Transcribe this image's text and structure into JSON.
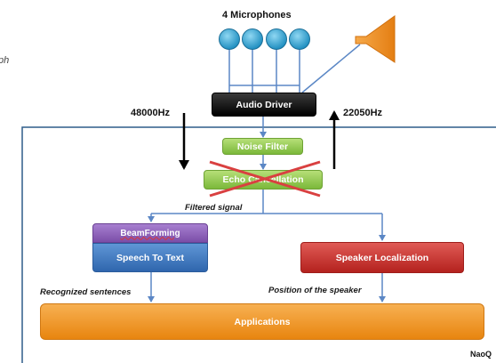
{
  "left_fragment": "ph",
  "microphones_label": "4 Microphones",
  "audio_driver": "Audio Driver",
  "rate_in": "48000Hz",
  "rate_out": "22050Hz",
  "noise_filter": "Noise Filter",
  "echo_cancellation": "Echo Cancellation",
  "filtered_signal": "Filtered signal",
  "beamforming": "BeamForming",
  "speech_to_text": "Speech To Text",
  "speaker_localization": "Speaker Localization",
  "recognized_sentences": "Recognized sentences",
  "position_of_speaker": "Position of the speaker",
  "applications": "Applications",
  "naoqi": "NaoQ",
  "colors": {
    "mic": "#3aa8d6",
    "speaker": "#f08a1c",
    "audio_driver": "#000000",
    "noise_filter": "#8dc63f",
    "echo_cancellation": "#8dc63f",
    "beamforming": "#8e5fb8",
    "speech_to_text": "#3e7bc2",
    "speaker_localization": "#c9302c",
    "applications": "#f3921c",
    "frame": "#2f5d8a",
    "arrow": "#5b87c5"
  }
}
